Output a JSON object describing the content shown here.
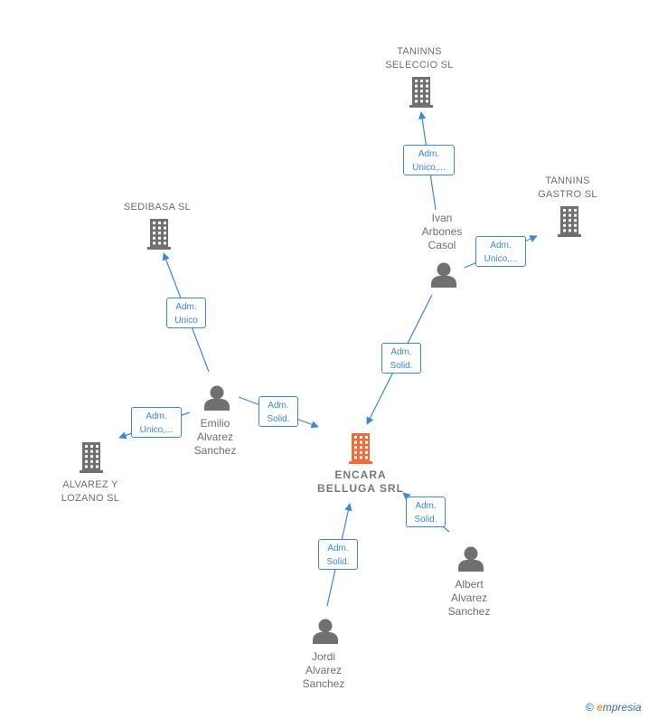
{
  "nodes": {
    "encara": {
      "label": "ENCARA\nBELLUGA SRL",
      "type": "company",
      "central": true,
      "color": "#f26b3a"
    },
    "taninns_seleccio": {
      "label": "TANINNS\nSELECCIO SL",
      "type": "company"
    },
    "tannins_gastro": {
      "label": "TANNINS\nGASTRO  SL",
      "type": "company"
    },
    "sedibasa": {
      "label": "SEDIBASA SL",
      "type": "company"
    },
    "alvarez_lozano": {
      "label": "ALVAREZ Y\nLOZANO SL",
      "type": "company"
    },
    "ivan": {
      "label": "Ivan\nArbones\nCasol",
      "type": "person"
    },
    "emilio": {
      "label": "Emilio\nAlvarez\nSanchez",
      "type": "person"
    },
    "albert": {
      "label": "Albert\nAlvarez\nSanchez",
      "type": "person"
    },
    "jordi": {
      "label": "Jordi\nAlvarez\nSanchez",
      "type": "person"
    }
  },
  "edges": [
    {
      "from": "ivan",
      "to": "taninns_seleccio",
      "label": "Adm.\nUnico,..."
    },
    {
      "from": "ivan",
      "to": "tannins_gastro",
      "label": "Adm.\nUnico,..."
    },
    {
      "from": "ivan",
      "to": "encara",
      "label": "Adm.\nSolid."
    },
    {
      "from": "emilio",
      "to": "sedibasa",
      "label": "Adm.\nUnico"
    },
    {
      "from": "emilio",
      "to": "alvarez_lozano",
      "label": "Adm.\nUnico,..."
    },
    {
      "from": "emilio",
      "to": "encara",
      "label": "Adm.\nSolid."
    },
    {
      "from": "albert",
      "to": "encara",
      "label": "Adm.\nSolid."
    },
    {
      "from": "jordi",
      "to": "encara",
      "label": "Adm.\nSolid."
    }
  ],
  "colors": {
    "edge": "#3c87d6",
    "icon": "#707070",
    "central_icon": "#f26b3a"
  },
  "brand": {
    "copyright": "©",
    "e": "e",
    "rest": "mpresia"
  }
}
